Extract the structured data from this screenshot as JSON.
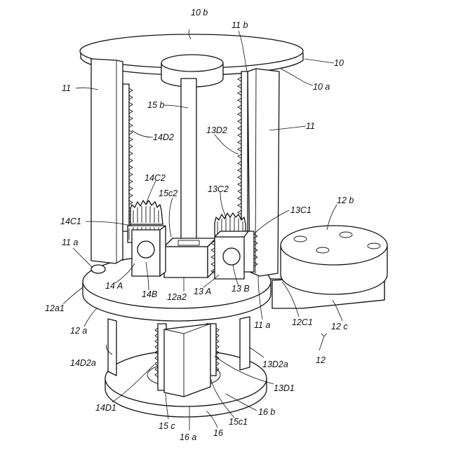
{
  "figure": {
    "labels": {
      "l10b": "10 b",
      "l11b": "11 b",
      "l10": "10",
      "l10a": "10 a",
      "l11_left": "11",
      "l11_right": "11",
      "l15b": "15 b",
      "l13D2": "13D2",
      "l14D2": "14D2",
      "l14C2": "14C2",
      "l15c2": "15c2",
      "l13C2": "13C2",
      "l12b": "12 b",
      "l14C1": "14C1",
      "l13C1": "13C1",
      "l11a_left": "11 a",
      "l14A": "14 A",
      "l14B": "14B",
      "l12a2": "12a2",
      "l13A": "13 A",
      "l13B": "13 B",
      "l12a1": "12a1",
      "l11a_right": "11 a",
      "l12C1": "12C1",
      "l12c": "12 c",
      "l12a": "12 a",
      "l12": "12",
      "l14D2a": "14D2a",
      "l13D2a": "13D2a",
      "l13D1": "13D1",
      "l14D1": "14D1",
      "l16b": "16 b",
      "l15c1": "15c1",
      "l15c": "15 c",
      "l16a": "16 a",
      "l16": "16"
    }
  }
}
